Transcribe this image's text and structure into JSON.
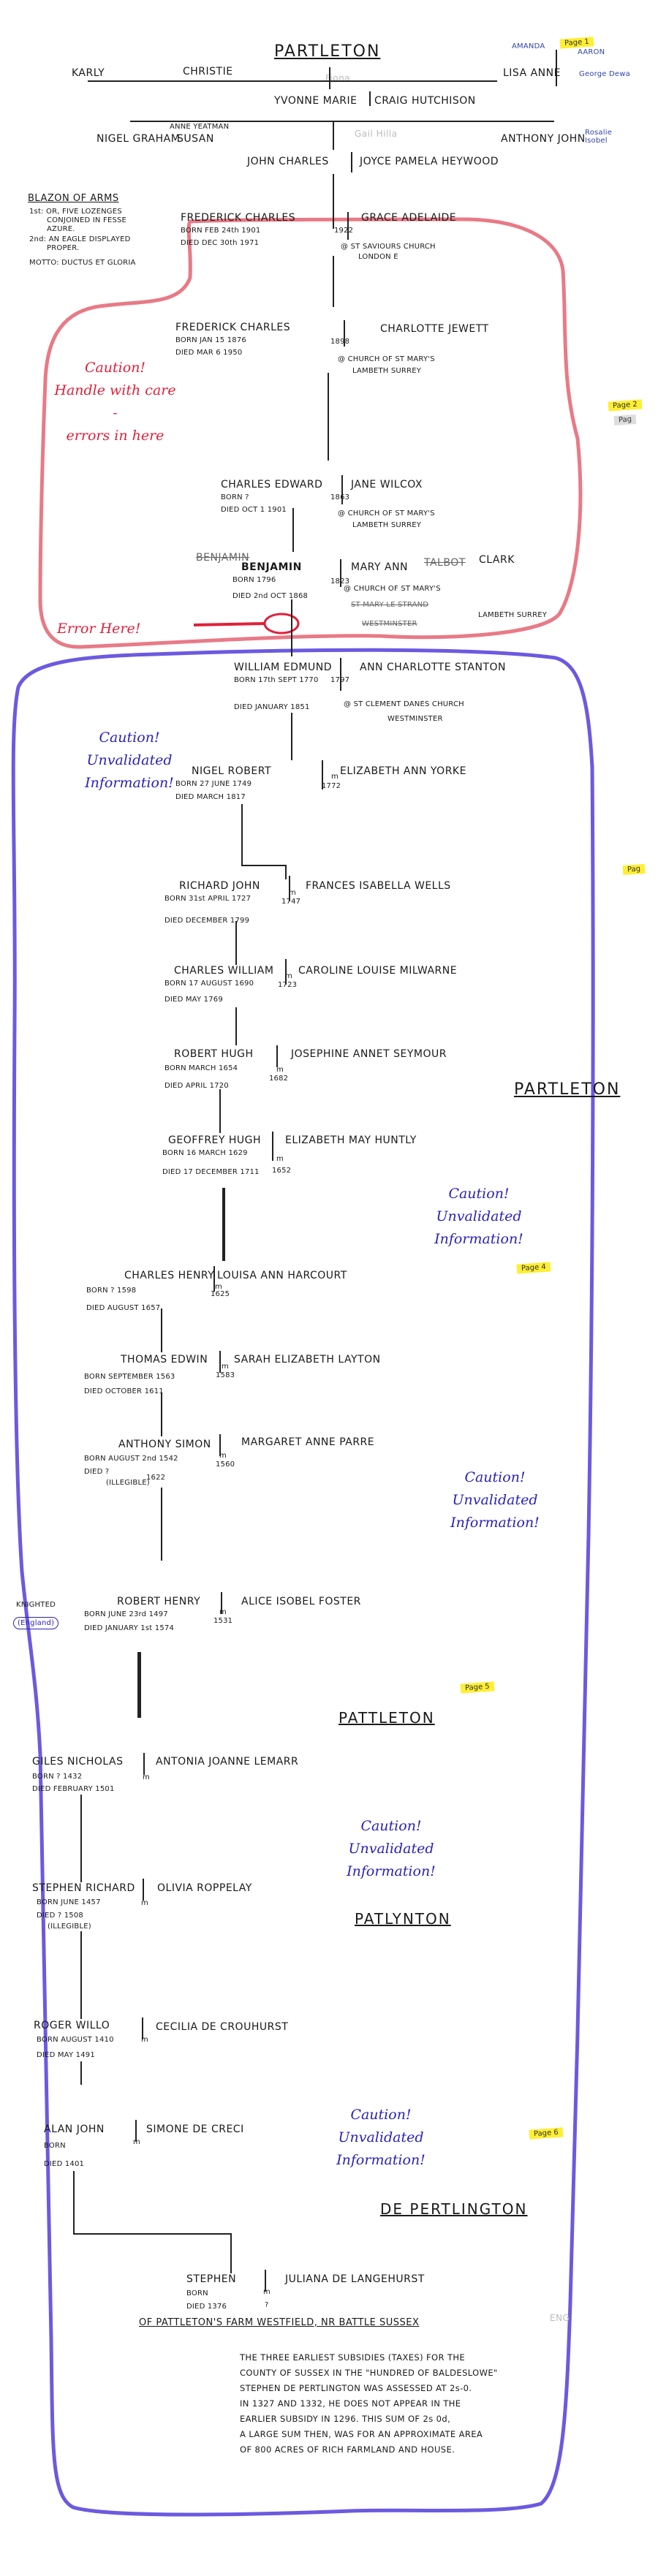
{
  "page": {
    "accent_red": "#e87a86",
    "accent_blue": "#6b5ae0",
    "tag_yellow": "#ffee33"
  },
  "top": {
    "title": "PARTLETON",
    "karly": "KARLY",
    "christie": "CHRISTIE",
    "faint_mid": "Fiona",
    "amanda": "AMANDA",
    "aaron": "AARON",
    "george_dewa": "George Dewa",
    "page_tag_1": "Page 1",
    "lisa_anne": "LISA ANNE",
    "yvonne": "YVONNE MARIE",
    "craig": "CRAIG HUTCHISON",
    "anne_yeatman": "ANNE YEATMAN",
    "nigel_graham": "NIGEL GRAHAM",
    "susan": "SUSAN",
    "faint_right": "Gail Hilla",
    "anthony_john": "ANTHONY JOHN",
    "rosalie": "Rosalie Isobel",
    "john_charles": "JOHN CHARLES",
    "joyce": "JOYCE PAMELA HEYWOOD"
  },
  "blazon": {
    "title": "BLAZON OF ARMS",
    "line1": "1st: OR, FIVE LOZENGES",
    "line2": "CONJOINED IN FESSE",
    "line3": "AZURE.",
    "line4": "2nd: AN EAGLE DISPLAYED",
    "line5": "PROPER.",
    "motto": "MOTTO: DUCTUS ET GLORIA"
  },
  "caution_red": {
    "line1": "Caution!",
    "line2": "Handle with care -",
    "line3": "errors in here",
    "error_here": "Error Here!"
  },
  "caution_blue": {
    "line1": "Caution!",
    "line2": "Unvalidated",
    "line3": "Information!"
  },
  "page_tags": {
    "p2": "Page 2",
    "p2b": "Pag",
    "p3": "Pag",
    "p4": "Page 4",
    "p5": "Page 5",
    "p6": "Page 6"
  },
  "gen": {
    "frederick1": "FREDERICK CHARLES",
    "frederick1_born": "BORN FEB 24th 1901",
    "frederick1_died": "DIED DEC 30th 1971",
    "grace": "GRACE ADELAIDE",
    "m1922": "1922",
    "church1a": "@ ST SAVIOURS CHURCH",
    "church1b": "LONDON E",
    "frederick2": "FREDERICK CHARLES",
    "frederick2_born": "BORN JAN 15 1876",
    "frederick2_died": "DIED MAR 6 1950",
    "charlotte": "CHARLOTTE JEWETT",
    "m1898": "1898",
    "church2a": "@ CHURCH OF ST MARY'S",
    "church2b": "LAMBETH SURREY",
    "charles_edward": "CHARLES EDWARD",
    "charles_edward_born": "BORN ?",
    "charles_edward_died": "DIED OCT 1 1901",
    "jane": "JANE WILCOX",
    "m1863": "1863",
    "church3a": "@ CHURCH OF ST MARY'S",
    "church3b": "LAMBETH SURREY",
    "benjamin_struck": "BENJAMIN",
    "benjamin": "BENJAMIN",
    "benjamin_born": "BORN 1796",
    "benjamin_died": "DIED 2nd OCT 1868",
    "mary_ann": "MARY ANN",
    "talbot": "TALBOT",
    "clark": "CLARK",
    "m1823": "1823",
    "church4a": "@ CHURCH OF ST MARY'S",
    "st_mary_strand": "ST MARY LE STRAND",
    "westminster_struck": "WESTMINSTER",
    "lambeth_surrey": "LAMBETH SURREY",
    "william": "WILLIAM EDMUND",
    "william_born": "BORN 17th SEPT 1770",
    "william_died": "DIED JANUARY 1851",
    "ann_charlotte": "ANN CHARLOTTE STANTON",
    "m1797": "1797",
    "church5a": "@ ST CLEMENT DANES CHURCH",
    "church5b": "WESTMINSTER",
    "nigel_robert": "NIGEL ROBERT",
    "nigel_robert_born": "BORN 27 JUNE 1749",
    "nigel_robert_died": "DIED MARCH 1817",
    "elizabeth_yorke": "ELIZABETH ANN YORKE",
    "m1772": "1772",
    "richard_john": "RICHARD JOHN",
    "richard_born": "BORN 31st APRIL 1727",
    "richard_died": "DIED DECEMBER 1799",
    "frances": "FRANCES ISABELLA WELLS",
    "m1747": "1747",
    "charles_william": "CHARLES WILLIAM",
    "charles_william_born": "BORN 17 AUGUST 1690",
    "charles_william_died": "DIED MAY 1769",
    "caroline": "CAROLINE LOUISE MILWARNE",
    "m1723": "1723",
    "robert_hugh": "ROBERT HUGH",
    "robert_hugh_born": "BORN MARCH 1654",
    "robert_hugh_died": "DIED APRIL 1720",
    "josephine": "JOSEPHINE ANNET SEYMOUR",
    "m1682": "1682",
    "partleton2": "PARTLETON",
    "geoffrey": "GEOFFREY HUGH",
    "geoffrey_born": "BORN 16 MARCH 1629",
    "geoffrey_died": "DIED 17 DECEMBER 1711",
    "elizabeth_huntly": "ELIZABETH MAY HUNTLY",
    "m1652": "1652",
    "charles_henry": "CHARLES HENRY",
    "charles_henry_born": "BORN ? 1598",
    "charles_henry_died": "DIED AUGUST 1657",
    "louisa": "LOUISA ANN HARCOURT",
    "m1625": "1625",
    "thomas": "THOMAS EDWIN",
    "thomas_born": "BORN SEPTEMBER 1563",
    "thomas_died": "DIED OCTOBER 1611",
    "sarah": "SARAH ELIZABETH LAYTON",
    "m1583": "1583",
    "anthony_simon": "ANTHONY SIMON",
    "anthony_born": "BORN AUGUST 2nd 1542",
    "anthony_died": "DIED ?",
    "anthony_illegible": "(ILLEGIBLE)",
    "margaret": "MARGARET ANNE PARRE",
    "m1560": "1560",
    "m1622": "1622",
    "knighted": "KNIGHTED",
    "knighted_eng": "(England)",
    "robert_henry": "ROBERT HENRY",
    "robert_henry_born": "BORN JUNE 23rd 1497",
    "robert_henry_died": "DIED JANUARY 1st 1574",
    "alice": "ALICE ISOBEL FOSTER",
    "m1531": "1531",
    "pattleton": "PATTLETON",
    "giles": "GILES NICHOLAS",
    "giles_born": "BORN ? 1432",
    "giles_died": "DIED FEBRUARY 1501",
    "antonia": "ANTONIA JOANNE LEMARR",
    "stephen_richard": "STEPHEN RICHARD",
    "stephen_richard_born": "BORN JUNE 1457",
    "stephen_richard_died": "DIED ? 1508",
    "stephen_richard_illegible": "(ILLEGIBLE)",
    "olivia": "OLIVIA ROPPELAY",
    "patlynton": "PATLYNTON",
    "roger": "ROGER WILLO",
    "roger_born": "BORN AUGUST 1410",
    "roger_died": "DIED MAY 1491",
    "cecilia": "CECILIA DE CROUHURST",
    "alan": "ALAN JOHN",
    "alan_born": "BORN",
    "alan_died": "DIED 1401",
    "simone": "SIMONE DE CRECI",
    "de_pertlington": "DE PERTLINGTON",
    "stephen": "STEPHEN",
    "stephen_born": "BORN",
    "stephen_died": "DIED 1376",
    "juliana": "JULIANA DE LANGEHURST",
    "m_q": "?",
    "westfield": "OF PATTLETON'S FARM WESTFIELD, NR BATTLE SUSSEX",
    "eng": "ENG",
    "m": "m"
  },
  "footnote": {
    "l1": "THE THREE EARLIEST SUBSIDIES (TAXES) FOR THE",
    "l2": "COUNTY OF SUSSEX  IN THE \"HUNDRED OF BALDESLOWE\"",
    "l3": "STEPHEN DE PERTLINGTON  WAS ASSESSED AT 2s-0.",
    "l4": "IN 1327 AND 1332, HE DOES NOT APPEAR IN THE",
    "l5": "EARLIER SUBSIDY IN 1296.  THIS SUM OF 2s 0d,",
    "l6": "A LARGE SUM THEN, WAS FOR AN APPROXIMATE AREA",
    "l7": "OF 800 ACRES OF RICH FARMLAND AND HOUSE."
  }
}
